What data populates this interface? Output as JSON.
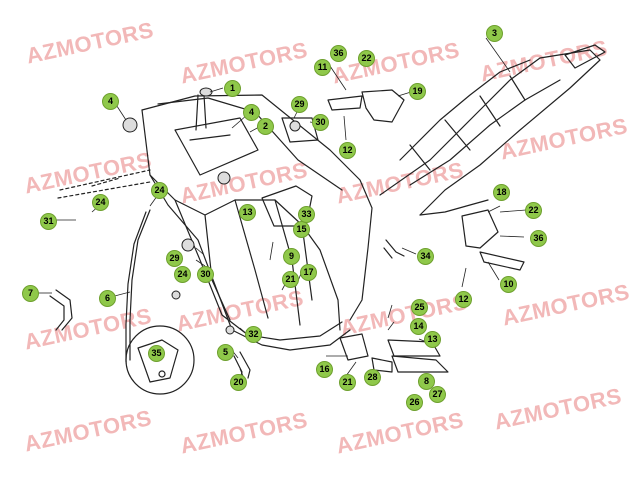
{
  "watermark_text": "AZMOTORS",
  "colors": {
    "callout": "#8fc84a",
    "callout_border": "#6ea02e",
    "watermark": "#f2b8b8",
    "line": "#222222"
  },
  "callouts": [
    "1",
    "2",
    "3",
    "4",
    "4",
    "5",
    "6",
    "7",
    "8",
    "9",
    "10",
    "11",
    "12",
    "12",
    "13",
    "13",
    "14",
    "15",
    "16",
    "17",
    "18",
    "19",
    "20",
    "21",
    "21",
    "22",
    "22",
    "24",
    "24",
    "24",
    "25",
    "26",
    "27",
    "28",
    "29",
    "29",
    "30",
    "30",
    "31",
    "32",
    "33",
    "34",
    "35",
    "36",
    "36"
  ]
}
